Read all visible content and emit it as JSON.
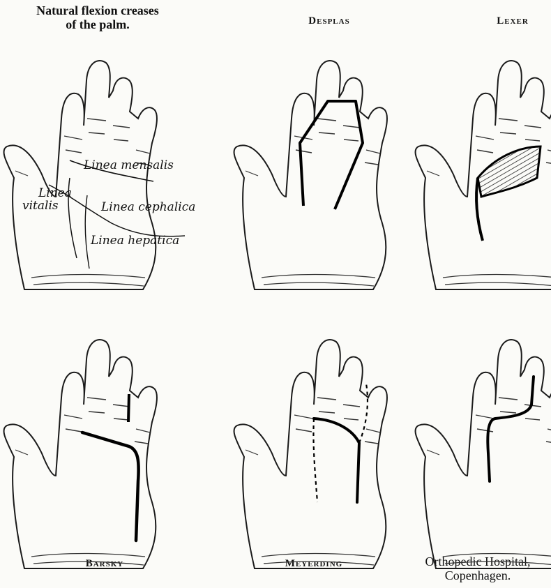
{
  "panels": [
    {
      "caption": "Natural flexion creases of the palm.",
      "caption_lines": [
        "Natural flexion creases",
        "of the palm."
      ],
      "labels": {
        "mensalis": "Linea mensalis",
        "vitalis_1": "Linea",
        "vitalis_2": "vitalis",
        "cephalica": "Linea cephalica",
        "hepatica": "Linea hepatica"
      }
    },
    {
      "caption": "Desplas"
    },
    {
      "caption": "Lexer"
    },
    {
      "caption": "Barsky"
    },
    {
      "caption": "Meyerding"
    },
    {
      "caption": "Orthopedic Hospital, Copenhagen.",
      "caption_lines": [
        "Orthopedic Hospital,",
        "Copenhagen."
      ]
    }
  ]
}
